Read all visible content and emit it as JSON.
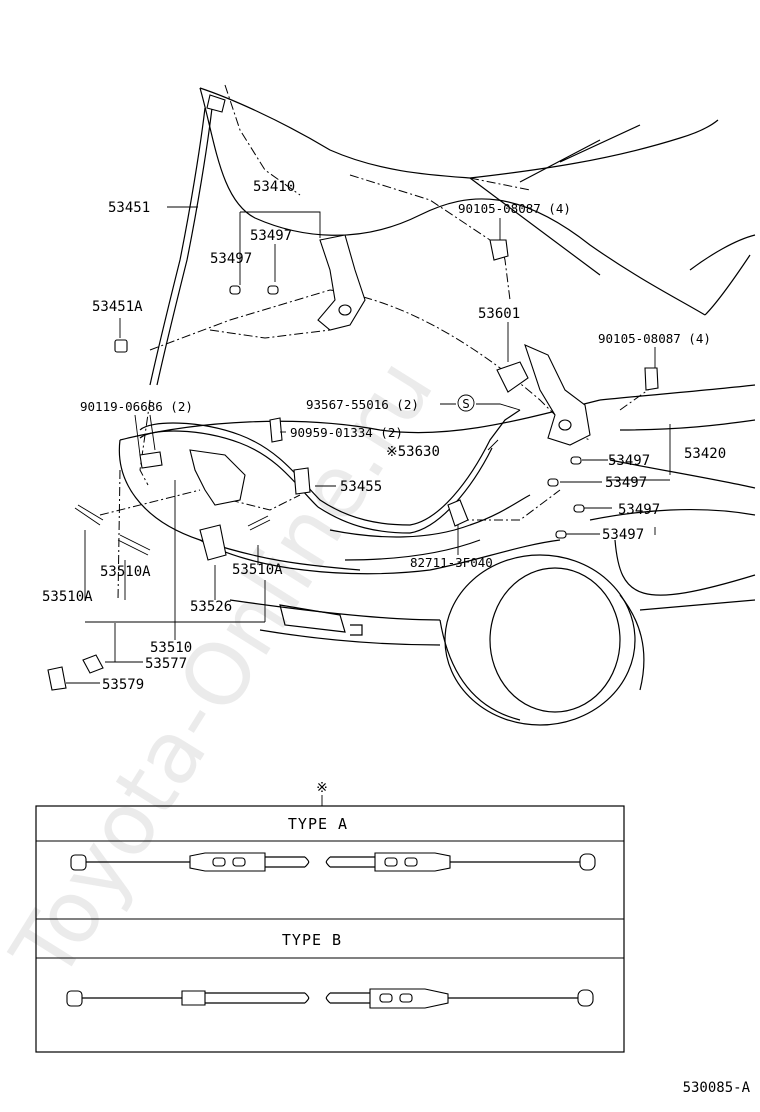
{
  "watermark": "Toyota-Online.ru",
  "diagram_code": "530085-A",
  "parts": {
    "p53451": "53451",
    "p53410": "53410",
    "p53497_a": "53497",
    "p53497_b": "53497",
    "p53451A": "53451A",
    "p90105_top": "90105-08087 (4)",
    "p53601": "53601",
    "p90105_right": "90105-08087 (4)",
    "p90119": "90119-06686 (2)",
    "p93567": "93567-55016 (2)",
    "p90959": "90959-01334 (2)",
    "p53630": "※53630",
    "p53455": "53455",
    "p53497_c": "53497",
    "p53420": "53420",
    "p53497_d": "53497",
    "p53497_e": "53497",
    "p53497_f": "53497",
    "p53510A_a": "53510A",
    "p53510A_b": "53510A",
    "p53510A_c": "53510A",
    "p53526": "53526",
    "p82711": "82711-3F040",
    "p53510": "53510",
    "p53577": "53577",
    "p53579": "53579",
    "s_mark": "S"
  },
  "cable_types": {
    "ref_mark": "※",
    "type_a": "TYPE A",
    "type_b": "TYPE B"
  }
}
